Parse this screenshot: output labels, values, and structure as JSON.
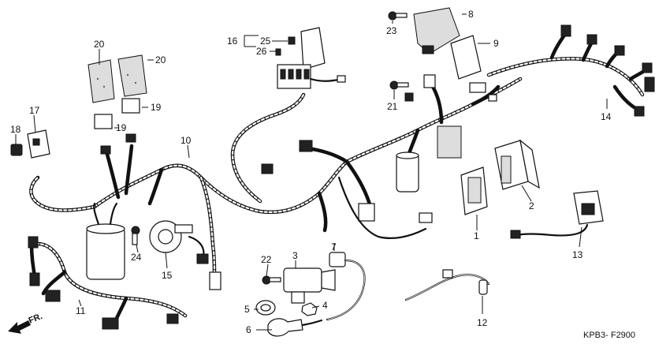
{
  "diagram": {
    "code": "KPB3- F2900",
    "direction_label": "FR.",
    "callouts": [
      {
        "id": "c1",
        "text": "1"
      },
      {
        "id": "c2",
        "text": "2"
      },
      {
        "id": "c3",
        "text": "3"
      },
      {
        "id": "c4",
        "text": "4"
      },
      {
        "id": "c5",
        "text": "5"
      },
      {
        "id": "c6",
        "text": "6"
      },
      {
        "id": "c7",
        "text": "7"
      },
      {
        "id": "c8",
        "text": "8"
      },
      {
        "id": "c9",
        "text": "9"
      },
      {
        "id": "c10",
        "text": "10"
      },
      {
        "id": "c11",
        "text": "11"
      },
      {
        "id": "c12",
        "text": "12"
      },
      {
        "id": "c13",
        "text": "13"
      },
      {
        "id": "c14",
        "text": "14"
      },
      {
        "id": "c15",
        "text": "15"
      },
      {
        "id": "c16",
        "text": "16"
      },
      {
        "id": "c17",
        "text": "17"
      },
      {
        "id": "c18",
        "text": "18"
      },
      {
        "id": "c19a",
        "text": "19"
      },
      {
        "id": "c19b",
        "text": "19"
      },
      {
        "id": "c20a",
        "text": "20"
      },
      {
        "id": "c20b",
        "text": "20"
      },
      {
        "id": "c21",
        "text": "21"
      },
      {
        "id": "c22",
        "text": "22"
      },
      {
        "id": "c23",
        "text": "23"
      },
      {
        "id": "c24",
        "text": "24"
      },
      {
        "id": "c25",
        "text": "25"
      },
      {
        "id": "c26",
        "text": "26"
      }
    ]
  }
}
